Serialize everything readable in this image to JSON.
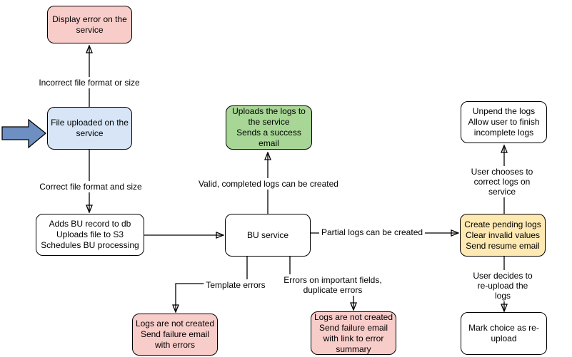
{
  "diagram": {
    "type": "flowchart",
    "colors": {
      "node_pink": "#f8cdc9",
      "node_blue": "#d7e5f6",
      "node_green": "#a8d696",
      "node_yellow": "#ffe9b3",
      "node_white": "#ffffff",
      "input_arrow_blue": "#6d8fc1",
      "line": "#000000"
    },
    "nodes": {
      "display_error": {
        "label": "Display error on the\nservice"
      },
      "file_uploaded": {
        "label": "File uploaded on the\nservice"
      },
      "adds_bu_record": {
        "label": "Adds BU record to db\nUploads file to S3\nSchedules BU processing"
      },
      "bu_service": {
        "label": "BU service"
      },
      "uploads_logs": {
        "label": "Uploads the logs to\nthe service\nSends a success\nemail"
      },
      "create_pending": {
        "label": "Create pending logs\nClear invalid values\nSend resume email"
      },
      "unpend_logs": {
        "label": "Unpend the logs\nAllow user to finish\nincomplete logs"
      },
      "mark_reupload": {
        "label": "Mark choice as re-\nupload"
      },
      "logs_not_created_errors": {
        "label": "Logs are not created\nSend failure email\nwith errors"
      },
      "logs_not_created_summary": {
        "label": "Logs are not created\nSend failure email\nwith link to error\nsummary"
      }
    },
    "edge_labels": {
      "incorrect_format": "Incorrect file format or size",
      "correct_format": "Correct file format and size",
      "valid_logs": "Valid, completed logs can be created",
      "partial_logs": "Partial logs can be created",
      "template_errors": "Template errors",
      "important_field_errors": "Errors on important fields,\nduplicate errors",
      "user_corrects": "User chooses to correct logs on service",
      "user_reuploads": "User decides to re-upload the logs"
    }
  }
}
